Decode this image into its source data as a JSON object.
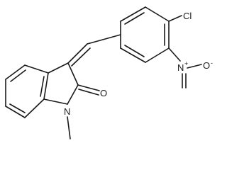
{
  "atoms": {
    "chlorine": "Cl",
    "nitrogen_nitro": "N",
    "nitro_plus": "+",
    "oxygen_nitro": "O",
    "nitro_minus": "-",
    "oxygen_carbonyl": "O",
    "nitrogen_ring": "N"
  }
}
